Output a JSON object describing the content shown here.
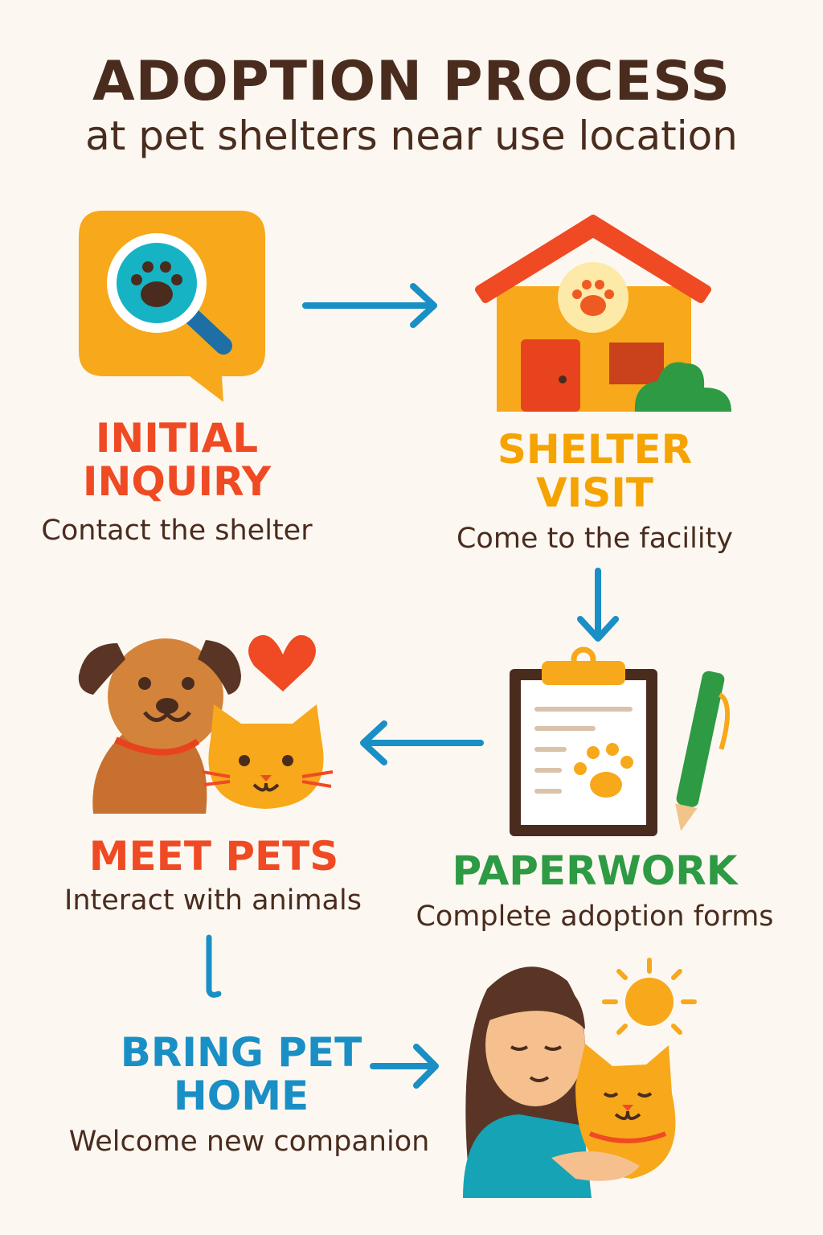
{
  "header": {
    "title": "ADOPTION PROCESS",
    "subtitle": "at pet shelters near use location"
  },
  "steps": [
    {
      "title_line1": "INITIAL",
      "title_line2": "INQUIRY",
      "description": "Contact the shelter",
      "color": "#ef4a23",
      "icon": "magnifier-paw-chat-icon"
    },
    {
      "title_line1": "SHELTER",
      "title_line2": "VISIT",
      "description": "Come to the facility",
      "color": "#f5a300",
      "icon": "shelter-house-icon"
    },
    {
      "title_line1": "PAPERWORK",
      "description": "Complete adoption forms",
      "color": "#2e9a44",
      "icon": "clipboard-pen-icon"
    },
    {
      "title_line1": "MEET PETS",
      "description": "Interact with animals",
      "color": "#ef4a23",
      "icon": "dog-cat-heart-icon"
    },
    {
      "title_line1": "BRING PET",
      "title_line2": "HOME",
      "description": "Welcome new companion",
      "color": "#1a8fc6",
      "icon": "person-hugging-cat-icon"
    }
  ],
  "colors": {
    "arrow": "#1a8fc6",
    "text": "#4a2c1f",
    "background": "#fcf8f1"
  }
}
